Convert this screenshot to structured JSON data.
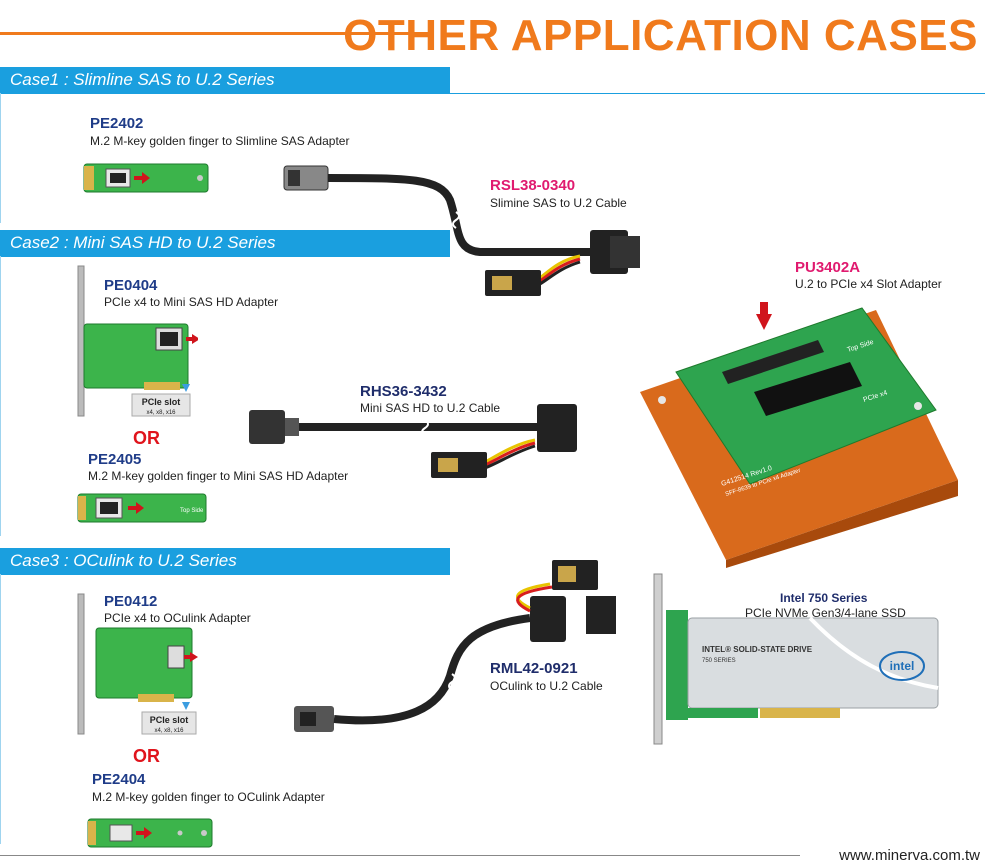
{
  "title": "OTHER APPLICATION CASES",
  "footer": "www.minerva.com.tw",
  "cases": [
    {
      "label": "Case1 : Slimline SAS to U.2 Series"
    },
    {
      "label": "Case2 : Mini SAS HD to U.2 Series"
    },
    {
      "label": "Case3 : OCulink to U.2 Series"
    }
  ],
  "products": {
    "pe2402": {
      "name": "PE2402",
      "desc": "M.2 M-key golden finger to Slimline SAS Adapter"
    },
    "rsl38": {
      "name": "RSL38-0340",
      "desc": "Slimine SAS to U.2 Cable"
    },
    "pe0404": {
      "name": "PE0404",
      "desc": "PCIe x4 to Mini SAS HD Adapter"
    },
    "pe2405": {
      "name": "PE2405",
      "desc": "M.2 M-key golden finger to Mini SAS HD Adapter"
    },
    "rhs36": {
      "name": "RHS36-3432",
      "desc": "Mini SAS HD to U.2 Cable"
    },
    "pu3402a": {
      "name": "PU3402A",
      "desc": "U.2 to PCIe x4 Slot Adapter"
    },
    "pe0412": {
      "name": "PE0412",
      "desc": "PCIe x4 to OCulink Adapter"
    },
    "pe2404": {
      "name": "PE2404",
      "desc": "M.2 M-key golden finger to OCulink Adapter"
    },
    "rml42": {
      "name": "RML42-0921",
      "desc": "OCulink to U.2 Cable"
    },
    "intel": {
      "name": "Intel 750 Series",
      "desc": "PCIe NVMe Gen3/4-lane SSD"
    }
  },
  "or_label": "OR",
  "pcie_slot": {
    "title": "PCIe slot",
    "sub": "x4, x8, x16"
  },
  "board_labels": {
    "top_side": "Top Side",
    "pcie_x4": "PCIe x4",
    "pu_board_line1": "G412514 Rev1.0",
    "pu_board_line2": "SFF-8639 to PCIe x4 Adapter",
    "ssd_line1": "INTEL® SOLID-STATE DRIVE",
    "ssd_line2": "750 SERIES",
    "intel_logo": "intel"
  },
  "icons": [
    "arrow-right-icon",
    "arrow-down-icon",
    "cable-break-icon"
  ],
  "colors": {
    "accent": "#f07a1c",
    "case_bar": "#1a9fdf",
    "board_green": "#2ea44f",
    "arrow_red": "#d0141c"
  }
}
